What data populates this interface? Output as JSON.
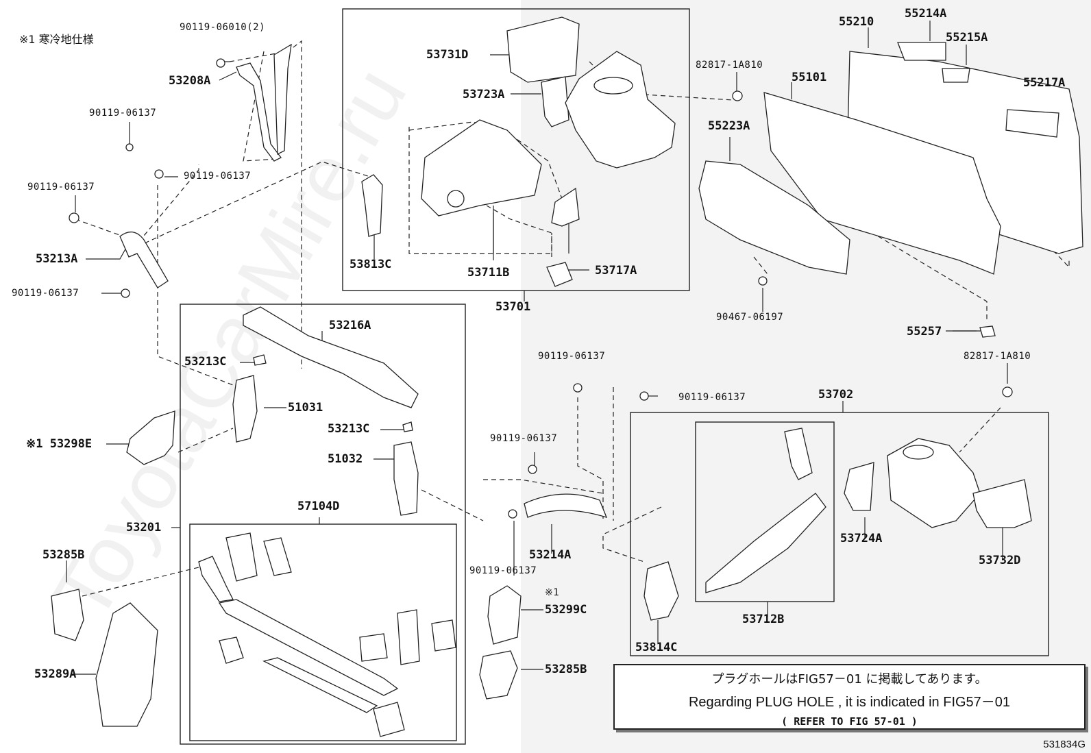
{
  "note": "※1 寒冷地仕様",
  "labels": {
    "p90119_06010": "90119-06010(2)",
    "p53208A": "53208A",
    "p90119_06137_a": "90119-06137",
    "p90119_06137_b": "90119-06137",
    "p90119_06137_c": "90119-06137",
    "p53213A": "53213A",
    "p90119_06137_d": "90119-06137",
    "p53731D": "53731D",
    "p53723A": "53723A",
    "p53813C": "53813C",
    "p53711B": "53711B",
    "p53717A": "53717A",
    "p53701": "53701",
    "p82817_1A810_a": "82817-1A810",
    "p55210": "55210",
    "p55214A": "55214A",
    "p55215A": "55215A",
    "p55101": "55101",
    "p55217A": "55217A",
    "p55223A": "55223A",
    "p90467_06197": "90467-06197",
    "p55257": "55257",
    "p53216A": "53216A",
    "p53213C_a": "53213C",
    "p51031": "51031",
    "p53298E": "※1 53298E",
    "p53213C_b": "53213C",
    "p51032": "51032",
    "p57104D": "57104D",
    "p53201": "53201",
    "p53285B_a": "53285B",
    "p53289A": "53289A",
    "p90119_06137_e": "90119-06137",
    "p90119_06137_f": "90119-06137",
    "p90119_06137_g": "90119-06137",
    "p53214A": "53214A",
    "p90119_06137_h": "90119-06137",
    "p53299C_note": "※1",
    "p53299C": "53299C",
    "p53285B_b": "53285B",
    "p53702": "53702",
    "p82817_1A810_b": "82817-1A810",
    "p53724A": "53724A",
    "p53732D": "53732D",
    "p53814C": "53814C",
    "p53712B": "53712B"
  },
  "reference_box": {
    "line1": "プラグホールはFIG57－01 に掲載してあります。",
    "line2": "Regarding PLUG HOLE , it is indicated in FIG57－01",
    "line3": "(    REFER TO FIG 57-01     )"
  },
  "watermark": "ToyotaCarMire.ru",
  "figure_code": "531834G"
}
